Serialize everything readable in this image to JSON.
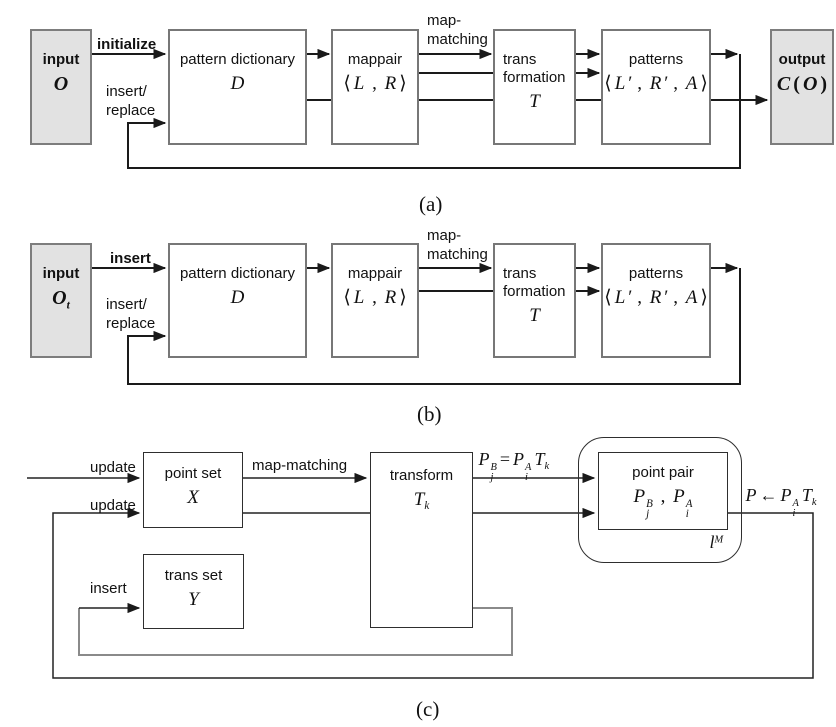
{
  "colors": {
    "line": "#1a1a1a",
    "c_line": "#222222",
    "gray_loop": "#8a8a8a",
    "box_border": "#777777",
    "io_fill": "#e2e2e2"
  },
  "diagram_a": {
    "caption": "(a)",
    "input": {
      "title": "input",
      "symbol": [
        {
          "t": "O",
          "i": true,
          "b": true
        }
      ]
    },
    "output": {
      "title": "output",
      "symbol": [
        {
          "t": "C",
          "i": true
        },
        {
          "t": "("
        },
        {
          "t": "O",
          "i": true,
          "b": true
        },
        {
          "t": ")"
        }
      ]
    },
    "labels": {
      "initialize": "initialize",
      "insert_replace": "insert/\nreplace",
      "map_matching": "map-\nmatching"
    },
    "boxes": {
      "pattern_dictionary": {
        "label": "pattern dictionary",
        "symbol": [
          {
            "t": "D",
            "i": true
          }
        ]
      },
      "mappair": {
        "label": "mappair",
        "symbol": [
          {
            "t": "⟨"
          },
          {
            "t": "L",
            "i": true
          },
          {
            "t": " , "
          },
          {
            "t": "R",
            "i": true
          },
          {
            "t": "⟩"
          }
        ]
      },
      "transformation": {
        "label": "trans\nformation",
        "symbol": [
          {
            "t": "T",
            "i": true
          }
        ]
      },
      "patterns": {
        "label": "patterns",
        "symbol": [
          {
            "t": "⟨"
          },
          {
            "t": "L",
            "i": true
          },
          {
            "t": "′ , "
          },
          {
            "t": "R",
            "i": true
          },
          {
            "t": "′ , "
          },
          {
            "t": "A",
            "i": true
          },
          {
            "t": "⟩"
          }
        ]
      }
    }
  },
  "diagram_b": {
    "caption": "(b)",
    "input": {
      "title": "input",
      "symbol": [
        {
          "t": "O",
          "i": true,
          "b": true,
          "sub": "t"
        }
      ]
    },
    "labels": {
      "insert": "insert",
      "insert_replace": "insert/\nreplace",
      "map_matching": "map-\nmatching"
    },
    "boxes": {
      "pattern_dictionary": {
        "label": "pattern dictionary",
        "symbol": [
          {
            "t": "D",
            "i": true
          }
        ]
      },
      "mappair": {
        "label": "mappair",
        "symbol": [
          {
            "t": "⟨"
          },
          {
            "t": "L",
            "i": true
          },
          {
            "t": " , "
          },
          {
            "t": "R",
            "i": true
          },
          {
            "t": "⟩"
          }
        ]
      },
      "transformation": {
        "label": "trans\nformation",
        "symbol": [
          {
            "t": "T",
            "i": true
          }
        ]
      },
      "patterns": {
        "label": "patterns",
        "symbol": [
          {
            "t": "⟨"
          },
          {
            "t": "L",
            "i": true
          },
          {
            "t": "′ , "
          },
          {
            "t": "R",
            "i": true
          },
          {
            "t": "′ , "
          },
          {
            "t": "A",
            "i": true
          },
          {
            "t": "⟩"
          }
        ]
      }
    }
  },
  "diagram_c": {
    "caption": "(c)",
    "labels": {
      "update_top": "update",
      "update_bottom": "update",
      "map_matching": "map-matching",
      "insert": "insert"
    },
    "boxes": {
      "point_set": {
        "label": "point set",
        "symbol": [
          {
            "t": "X",
            "i": true
          }
        ]
      },
      "trans_set": {
        "label": "trans set",
        "symbol": [
          {
            "t": "Y",
            "i": true
          }
        ]
      },
      "transform": {
        "label": "transform",
        "symbol": [
          {
            "t": "T",
            "i": true,
            "sub": "k"
          }
        ]
      },
      "point_pair": {
        "label": "point pair",
        "symbol": [
          {
            "t": "P",
            "i": true,
            "sup": "B",
            "sub": "j"
          },
          {
            "t": " , "
          },
          {
            "t": "P",
            "i": true,
            "sup": "A",
            "sub": "i"
          }
        ]
      }
    },
    "formulas": {
      "map_equation": [
        {
          "t": "P",
          "i": true,
          "sup": "B",
          "sub": "j"
        },
        {
          "t": "="
        },
        {
          "t": "P",
          "i": true,
          "sup": "A",
          "sub": "i"
        },
        {
          "t": "T",
          "i": true,
          "sub": "k"
        }
      ],
      "assignment": [
        {
          "t": "P",
          "i": true
        },
        {
          "t": "←"
        },
        {
          "t": "P",
          "i": true,
          "sup": "A",
          "sub": "i"
        },
        {
          "t": "T",
          "i": true,
          "sub": "k"
        }
      ],
      "match_list": [
        {
          "t": "l",
          "i": true,
          "sup": "M"
        }
      ]
    }
  }
}
